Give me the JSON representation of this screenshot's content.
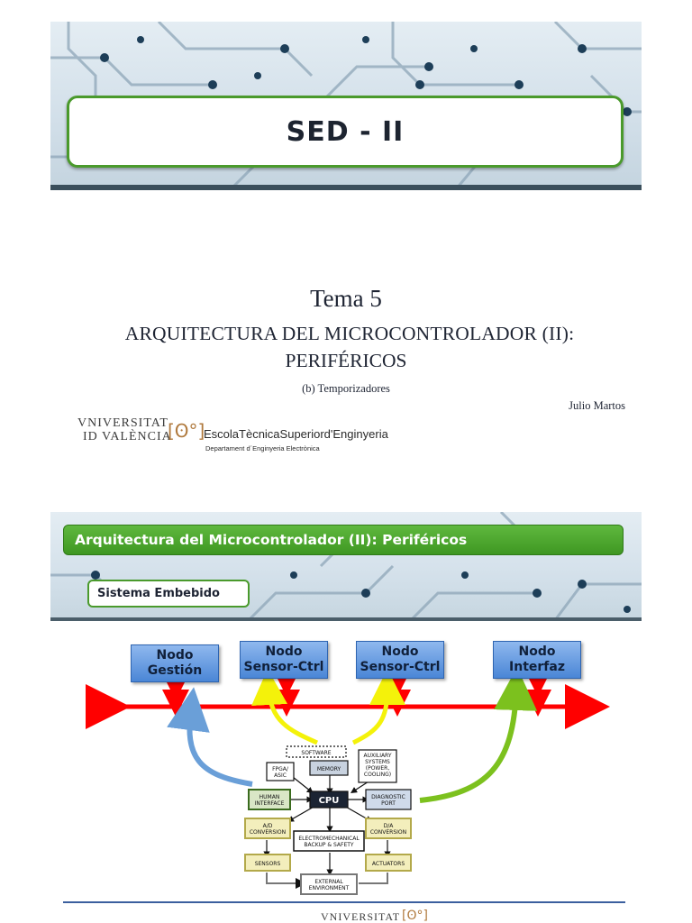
{
  "slide1": {
    "title": "SED - II",
    "tema": "Tema 5",
    "heading_line1": "ARQUITECTURA DEL MICROCONTROLADOR (II):",
    "heading_line2": "PERIFÉRICOS",
    "subtitle": "(b) Temporizadores",
    "author": "Julio Martos",
    "logo": {
      "university_line1": "VNIVERSITAT",
      "university_line2": "ID VALÈNCIA",
      "school": "EscolaTècnicaSuperiord'Enginyeria",
      "department": "Departament d´Enginyeria Electrònica"
    }
  },
  "slide2": {
    "heading": "Arquitectura del Microcontrolador (II): Periféricos",
    "section": "Sistema Embebido",
    "nodes": [
      {
        "line1": "Nodo",
        "line2": "Gestión"
      },
      {
        "line1": "Nodo",
        "line2": "Sensor-Ctrl"
      },
      {
        "line1": "Nodo",
        "line2": "Sensor-Ctrl"
      },
      {
        "line1": "Nodo",
        "line2": "Interfaz"
      }
    ],
    "diagram_blocks": {
      "software": "SOFTWARE",
      "memory": "MEMORY",
      "fpga": [
        "FPGA/",
        "ASIC"
      ],
      "auxiliary": [
        "AUXILIARY",
        "SYSTEMS",
        "(POWER,",
        "COOLING)"
      ],
      "human": [
        "HUMAN",
        "INTERFACE"
      ],
      "cpu": "CPU",
      "diagnostic": [
        "DIAGNOSTIC",
        "PORT"
      ],
      "ad": [
        "A/D",
        "CONVERSION"
      ],
      "da": [
        "D/A",
        "CONVERSION"
      ],
      "electromech": [
        "ELECTROMECHANICAL",
        "BACKUP & SAFETY"
      ],
      "sensors": "SENSORS",
      "actuators": "ACTUATORS",
      "external": [
        "EXTERNAL",
        "ENVIRONMENT"
      ]
    },
    "footer_logo": "VNIVERSITAT",
    "colors": {
      "bus": "#ff0000",
      "node_fill": "#5a93dc",
      "heading_green": "#4aa52a",
      "arrow_blue": "#6a9fd8",
      "arrow_yellow": "#f4f20a",
      "arrow_green": "#7cc11e"
    }
  }
}
